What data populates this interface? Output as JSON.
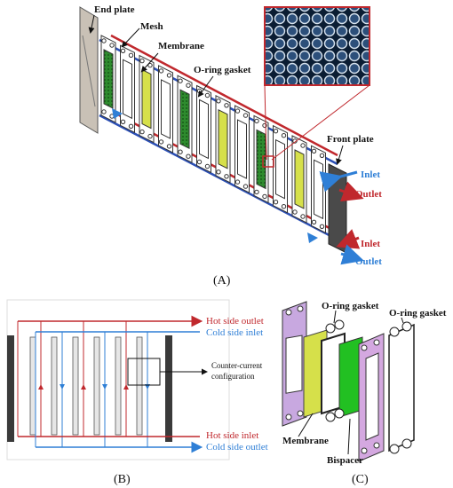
{
  "panel_a": {
    "labels": {
      "end_plate": "End plate",
      "mesh": "Mesh",
      "membrane": "Membrane",
      "oring_gasket": "O-ring gasket",
      "front_plate": "Front plate",
      "inlet_top": "Inlet",
      "outlet_top": "Outlet",
      "inlet_bottom": "Inlet",
      "outlet_bottom": "Outlet"
    },
    "caption": "(A)"
  },
  "panel_b": {
    "hot_outlet": "Hot side outlet",
    "cold_inlet": "Cold side inlet",
    "hot_inlet": "Hot side inlet",
    "cold_outlet": "Cold side outlet",
    "note_line1": "Counter-current",
    "note_line2": "configuration",
    "caption": "(B)"
  },
  "panel_c": {
    "oring_left": "O-ring gasket",
    "oring_right": "O-ring gasket",
    "membrane": "Membrane",
    "bispacer": "Bispacer",
    "caption": "(C)"
  },
  "colors": {
    "hot": "#c0282d",
    "cold": "#2f7fd6",
    "frame": "#2b4fb5",
    "membrane": "#d6e04a",
    "mesh": "#2e8b2e",
    "plate": "#c9c1b6",
    "purple": "#c8a8e0"
  }
}
